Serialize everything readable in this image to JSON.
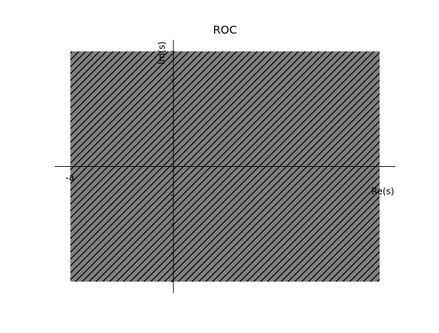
{
  "chart_data": {
    "type": "area",
    "title": "ROC",
    "xlabel": "Re(s)",
    "ylabel": "Im(s)",
    "x_tick_labels": [
      "-a"
    ],
    "region": {
      "x_from": -1,
      "x_to": 2,
      "y_from": -2,
      "y_to": 2,
      "fill_color": "#808080",
      "hatch": "diagonal",
      "hatch_color": "#000000"
    },
    "xlim": [
      -1.15,
      2.15
    ],
    "ylim": [
      -2.2,
      2.2
    ],
    "y_ticks": [
      -2,
      -1.5,
      -1,
      -0.5,
      0.5,
      1,
      1.5,
      2
    ],
    "grid": false,
    "legend": "none"
  }
}
